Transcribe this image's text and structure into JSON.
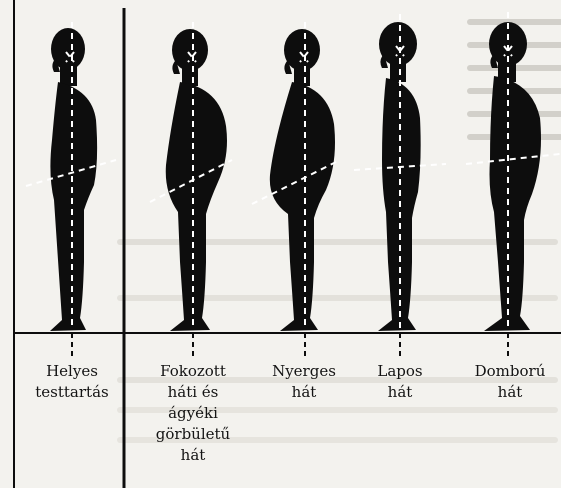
{
  "diagram": {
    "figures": [
      {
        "id": "helyes",
        "caption_lines": [
          "Helyes",
          "testtartás"
        ]
      },
      {
        "id": "fokozott",
        "caption_lines": [
          "Fokozott",
          "háti és",
          "ágyéki",
          "görbületű",
          "hát"
        ]
      },
      {
        "id": "nyerges",
        "caption_lines": [
          "Nyerges",
          "hát"
        ]
      },
      {
        "id": "lapos",
        "caption_lines": [
          "Lapos",
          "hát"
        ]
      },
      {
        "id": "dombor",
        "caption_lines": [
          "Domború",
          "hát"
        ]
      }
    ],
    "colors": {
      "ink": "#0d0d0d",
      "paper": "#f3f2ee",
      "guide_line": "#ffffff",
      "background_text": "#cfcdc7"
    }
  }
}
